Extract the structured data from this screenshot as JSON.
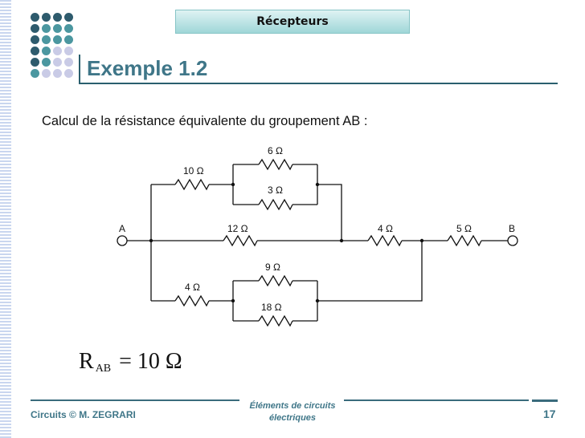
{
  "header": {
    "tab_label": "Récepteurs"
  },
  "slide": {
    "title": "Exemple 1.2",
    "subtitle": "Calcul de la résistance équivalente du groupement AB :"
  },
  "circuit": {
    "node_a": "A",
    "node_b": "B",
    "resistors": {
      "r_6": "6 Ω",
      "r_3": "3 Ω",
      "r_10": "10 Ω",
      "r_12": "12 Ω",
      "r_4_series": "4 Ω",
      "r_5": "5 Ω",
      "r_9": "9 Ω",
      "r_4_low": "4 Ω",
      "r_18": "18 Ω"
    }
  },
  "result": {
    "symbol": "R",
    "subscript": "AB",
    "equation": "= 10 Ω"
  },
  "footer": {
    "left": "Circuits © M. ZEGRARI",
    "center_line1": "Éléments de circuits",
    "center_line2": "électriques",
    "page_number": "17"
  },
  "colors": {
    "accent": "#3f7688",
    "dot_dark": "#2e5b6d",
    "dot_teal": "#4b97a0",
    "dot_light": "#c9cbe6"
  }
}
